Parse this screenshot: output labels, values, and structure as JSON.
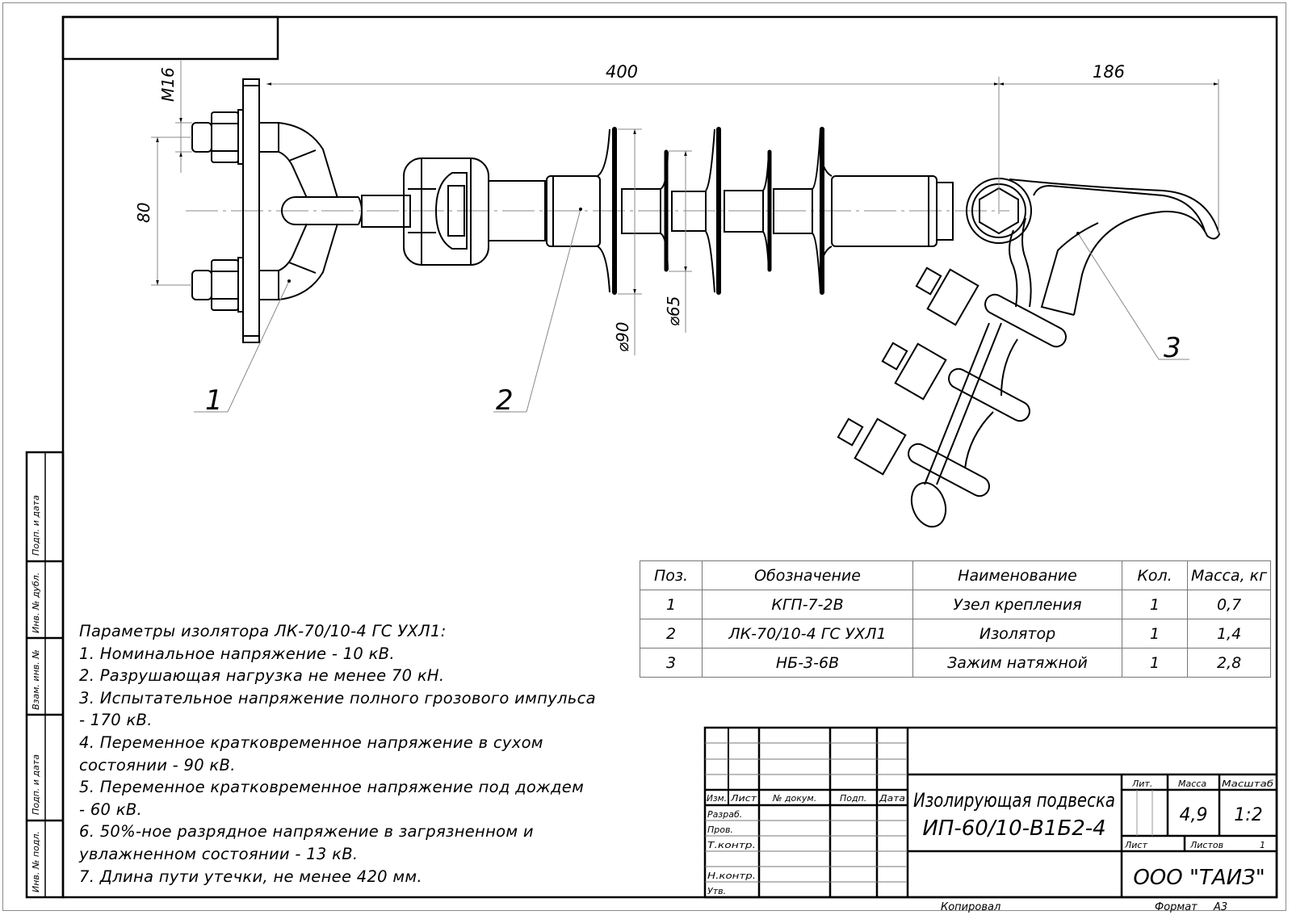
{
  "drawing": {
    "dimensions": {
      "overall_length": "400",
      "clamp_offset": "186",
      "thread": "M16",
      "bolt_spacing": "80",
      "shed_large_diameter": "⌀90",
      "shed_small_diameter": "⌀65"
    },
    "callouts": [
      "1",
      "2",
      "3"
    ]
  },
  "specification_table": {
    "headers": [
      "Поз.",
      "Обозначение",
      "Наименование",
      "Кол.",
      "Масса, кг"
    ],
    "rows": [
      [
        "1",
        "КГП-7-2В",
        "Узел крепления",
        "1",
        "0,7"
      ],
      [
        "2",
        "ЛК-70/10-4 ГС УХЛ1",
        "Изолятор",
        "1",
        "1,4"
      ],
      [
        "3",
        "НБ-3-6В",
        "Зажим натяжной",
        "1",
        "2,8"
      ]
    ]
  },
  "notes": {
    "title": "Параметры изолятора ЛК-70/10-4 ГС УХЛ1:",
    "lines": [
      "1. Номинальное напряжение - 10 кВ.",
      "2. Разрушающая нагрузка не менее 70 кН.",
      "3. Испытательное напряжение полного грозового импульса",
      "- 170 кВ.",
      "4. Переменное кратковременное напряжение  в сухом",
      "состоянии - 90 кВ.",
      "5. Переменное кратковременное напряжение под дождем",
      "- 60 кВ.",
      "6. 50%-ное разрядное напряжение в загрязненном и",
      "увлажненном состоянии - 13 кВ.",
      "7. Длина пути утечки, не менее 420 мм."
    ]
  },
  "side_stamp": [
    "Подп. и дата",
    "Инв. № дубл.",
    "Взам. инв. №",
    "Подп. и дата",
    "Инв. № подл."
  ],
  "title_block": {
    "header_cols": [
      "Изм.",
      "Лист",
      "№ докум.",
      "Подп.",
      "Дата"
    ],
    "roles": [
      "Разраб.",
      "Пров.",
      "Т.контр.",
      "",
      "Н.контр.",
      "Утв."
    ],
    "title_line1": "Изолирующая подвеска",
    "title_line2": "ИП-60/10-В1Б2-4",
    "lit_label": "Лит.",
    "mass_label": "Масса",
    "scale_label": "Масштаб",
    "mass_value": "4,9",
    "scale_value": "1:2",
    "sheet_label": "Лист",
    "sheets_label": "Листов",
    "sheets_value": "1",
    "company": "ООО \"ТАИЗ\"",
    "copied_label": "Копировал",
    "format_label": "Формат",
    "format_value": "А3"
  }
}
